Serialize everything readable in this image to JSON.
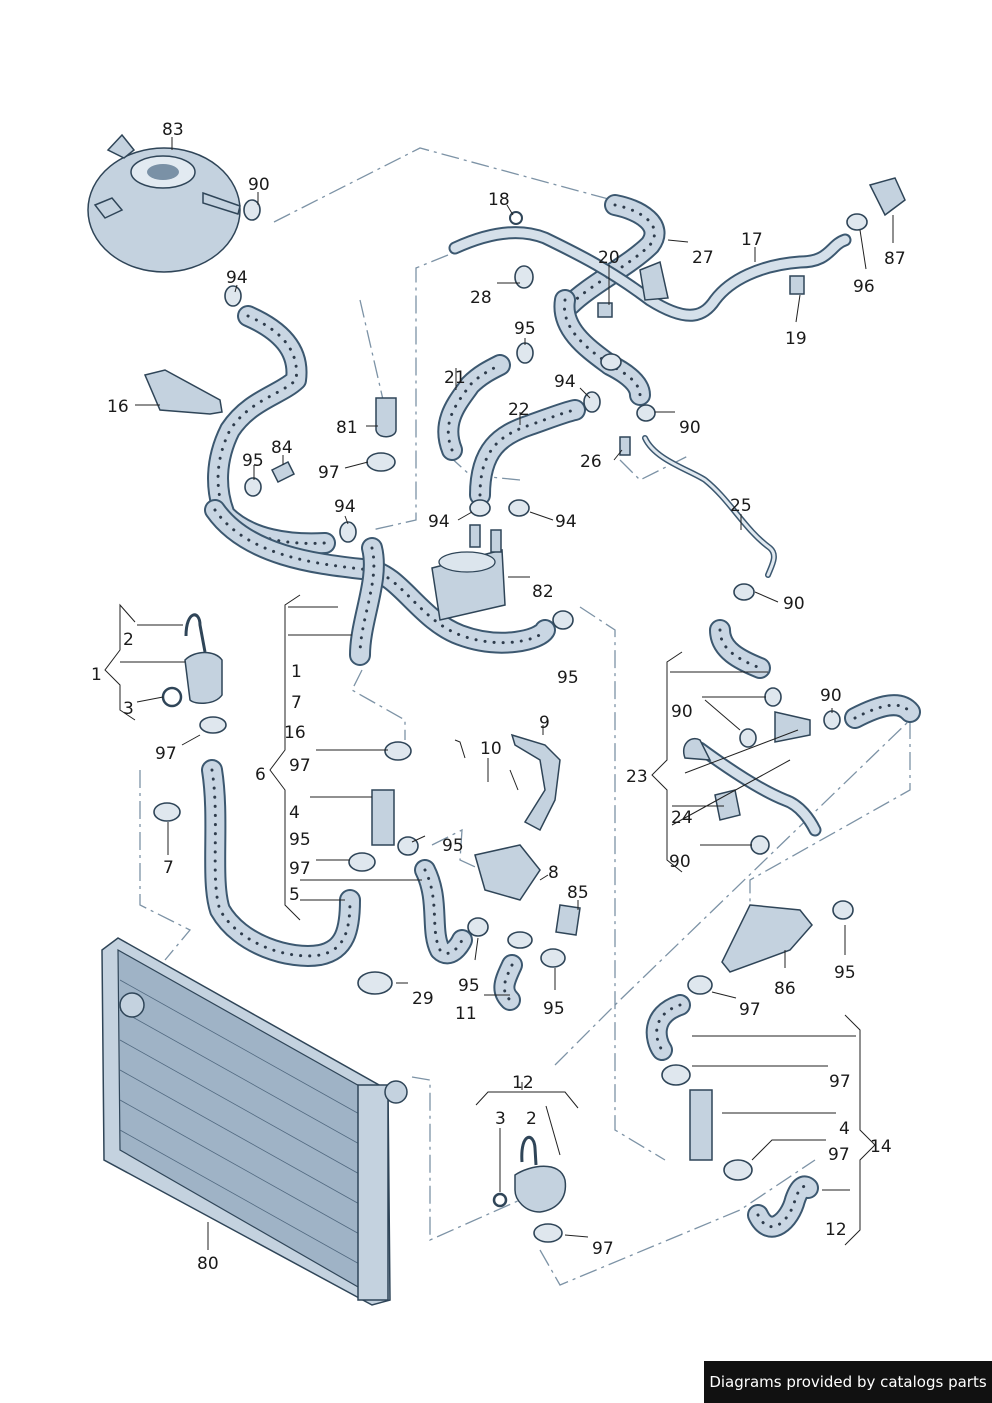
{
  "labels": {
    "l83": "83",
    "l90a": "90",
    "l18": "18",
    "l27": "27",
    "l17": "17",
    "l87": "87",
    "l20": "20",
    "l28": "28",
    "l96": "96",
    "l19": "19",
    "l94a": "94",
    "l95a": "95",
    "l16a": "16",
    "l21": "21",
    "l94b": "94",
    "l22": "22",
    "l90b": "90",
    "l81": "81",
    "l84": "84",
    "l95b": "95",
    "l97a": "97",
    "l26": "26",
    "l94c": "94",
    "l25": "25",
    "l94d": "94",
    "l94e": "94",
    "l82": "82",
    "l90c": "90",
    "l2a": "2",
    "l1a": "1",
    "l3a": "3",
    "l97b": "97",
    "l7a": "7",
    "l95c": "95",
    "l1b": "1",
    "l7b": "7",
    "l16b": "16",
    "l6": "6",
    "l97c": "97",
    "l4a": "4",
    "l95d": "95",
    "l97d": "97",
    "l5": "5",
    "l9": "9",
    "l10": "10",
    "l95e": "95",
    "l8": "8",
    "l85": "85",
    "l29": "29",
    "l95f": "95",
    "l11": "11",
    "l95g": "95",
    "l90d": "90",
    "l90e": "90",
    "l23": "23",
    "l24": "24",
    "l90f": "90",
    "l86": "86",
    "l95h": "95",
    "l97e": "97",
    "l97f": "97",
    "l4b": "4",
    "l14": "14",
    "l97g": "97",
    "l12a": "12",
    "l80": "80",
    "l12b": "12",
    "l3b": "3",
    "l2b": "2",
    "l97h": "97"
  },
  "footer": {
    "text": "Diagrams provided by catalogs parts"
  }
}
